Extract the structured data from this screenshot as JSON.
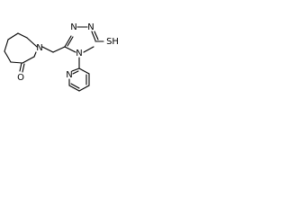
{
  "molecule": {
    "labels": {
      "amide_n": "N",
      "carbonyl_o": "O",
      "triazole_n1": "N",
      "triazole_n2": "N",
      "triazole_n4": "N",
      "thiol": "SH",
      "pyridine_n": "N"
    }
  }
}
